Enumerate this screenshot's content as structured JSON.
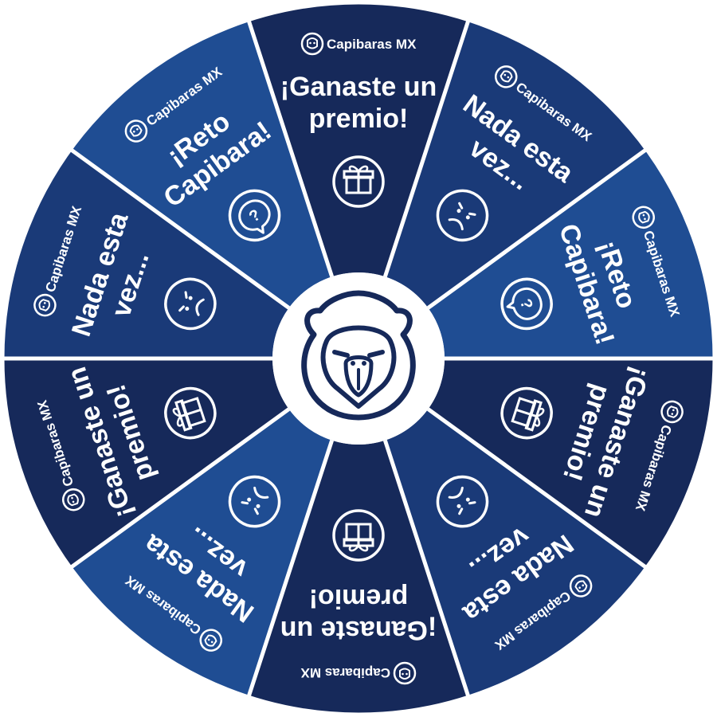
{
  "wheel": {
    "brand": "Capibaras MX",
    "colors": {
      "navy": "#16295a",
      "mid": "#1a3a78",
      "bright": "#1f4d93",
      "divider": "#ffffff",
      "center_bg": "#ffffff",
      "center_line": "#16295a"
    },
    "segments": [
      {
        "lines": [
          "¡Ganaste un",
          "premio!"
        ],
        "icon": "gift-icon",
        "tone": "navy"
      },
      {
        "lines": [
          "Nada esta",
          "vez..."
        ],
        "icon": "sad-face-icon",
        "tone": "mid"
      },
      {
        "lines": [
          "¡Reto",
          "Capibara!"
        ],
        "icon": "question-bubble-icon",
        "tone": "bright"
      },
      {
        "lines": [
          "¡Ganaste un",
          "premio!"
        ],
        "icon": "gift-icon",
        "tone": "navy"
      },
      {
        "lines": [
          "Nada esta",
          "vez..."
        ],
        "icon": "sad-face-icon",
        "tone": "mid"
      },
      {
        "lines": [
          "¡Ganaste un",
          "premio!"
        ],
        "icon": "gift-icon",
        "tone": "navy"
      },
      {
        "lines": [
          "Nada esta",
          "vez..."
        ],
        "icon": "sad-face-icon",
        "tone": "bright"
      },
      {
        "lines": [
          "¡Ganaste un",
          "premio!"
        ],
        "icon": "gift-icon",
        "tone": "navy"
      },
      {
        "lines": [
          "Nada esta",
          "vez..."
        ],
        "icon": "sad-face-icon",
        "tone": "mid"
      },
      {
        "lines": [
          "¡Reto",
          "Capibara!"
        ],
        "icon": "question-bubble-icon",
        "tone": "bright"
      }
    ],
    "center_icon": "capybara-logo-icon"
  }
}
